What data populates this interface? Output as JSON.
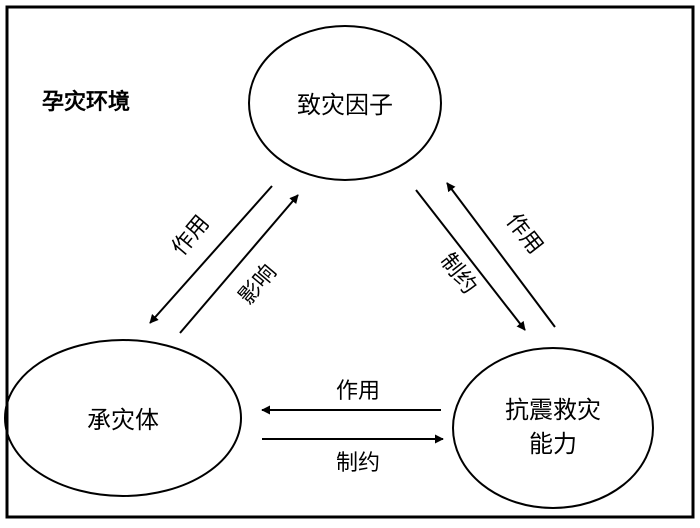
{
  "frame_label": "孕灾环境",
  "nodes": {
    "hazard_factor": "致灾因子",
    "exposed_body": "承灾体",
    "capacity_line1": "抗震救灾",
    "capacity_line2": "能力"
  },
  "edges": {
    "hazard_to_body": "作用",
    "body_to_hazard": "影响",
    "hazard_to_capacity": "制约",
    "capacity_to_hazard": "作用",
    "capacity_to_body": "作用",
    "body_to_capacity": "制约"
  },
  "colors": {
    "stroke": "#000000",
    "background": "#ffffff"
  }
}
